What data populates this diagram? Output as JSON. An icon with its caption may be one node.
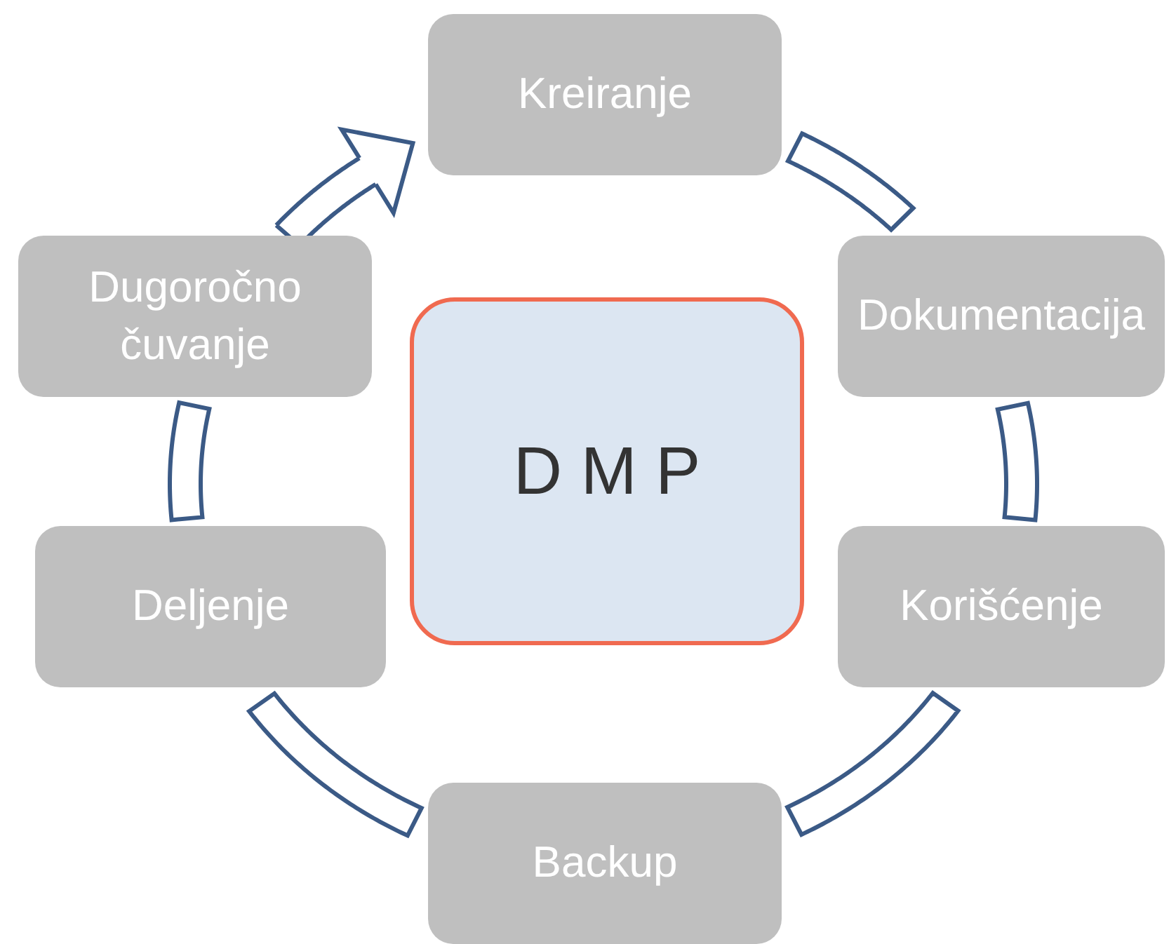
{
  "diagram": {
    "nodes": [
      {
        "text": [
          "Kreiranje"
        ]
      },
      {
        "text": [
          "Dokumentacija"
        ]
      },
      {
        "text": [
          "Korišćenje"
        ]
      },
      {
        "text": [
          "Backup"
        ]
      },
      {
        "text": [
          "Deljenje"
        ]
      },
      {
        "text": [
          "Dugoročno čuvanje"
        ]
      },
      {
        "text": [
          "D M P"
        ]
      }
    ],
    "edges": [
      {
        "from": 0,
        "to": 1,
        "arrow": "none"
      },
      {
        "from": 1,
        "to": 2,
        "arrow": "none"
      },
      {
        "from": 2,
        "to": 3,
        "arrow": "none"
      },
      {
        "from": 3,
        "to": 4,
        "arrow": "none"
      },
      {
        "from": 4,
        "to": 5,
        "arrow": "none"
      },
      {
        "from": 5,
        "to": 0,
        "arrow": "to"
      }
    ]
  }
}
